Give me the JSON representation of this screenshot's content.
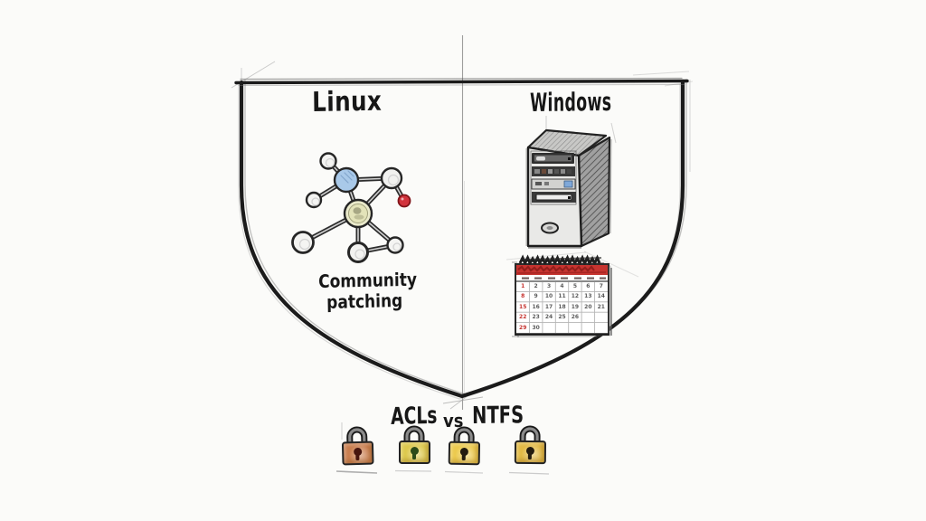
{
  "shield": {
    "left_panel": {
      "title": "Linux",
      "caption_line1": "Community",
      "caption_line2": "patching"
    },
    "right_panel": {
      "title": "Windows"
    }
  },
  "footer": {
    "term_left": "ACLs",
    "term_middle": "vs",
    "term_right": "NTFS"
  },
  "calendar": {
    "weeks": [
      [
        "1",
        "2",
        "3",
        "4",
        "5",
        "6",
        "7"
      ],
      [
        "8",
        "9",
        "10",
        "11",
        "12",
        "13",
        "14"
      ],
      [
        "15",
        "16",
        "17",
        "18",
        "19",
        "20",
        "21"
      ],
      [
        "22",
        "23",
        "24",
        "25",
        "26",
        "",
        ""
      ],
      [
        "29",
        "30",
        "",
        "",
        "",
        "",
        ""
      ]
    ]
  },
  "locks": [
    {
      "name": "padlock-copper",
      "body_color": "#c97e4f",
      "keyhole_color": "#46150e"
    },
    {
      "name": "padlock-yellow-green",
      "body_color": "#ddc94d",
      "keyhole_color": "#2c4a18"
    },
    {
      "name": "padlock-gold",
      "body_color": "#ecca4e",
      "keyhole_color": "#231c0f"
    },
    {
      "name": "padlock-amber",
      "body_color": "#e2ba45",
      "keyhole_color": "#241c0f"
    }
  ],
  "colors": {
    "ink": "#1b1b1b",
    "pencil": "#9b9b9b",
    "calendar_red": "#c63430",
    "node_blue": "#a9c9e9",
    "node_red": "#d2333c",
    "node_center": "#eaeacb",
    "tower_side": "#a0a0a0"
  }
}
